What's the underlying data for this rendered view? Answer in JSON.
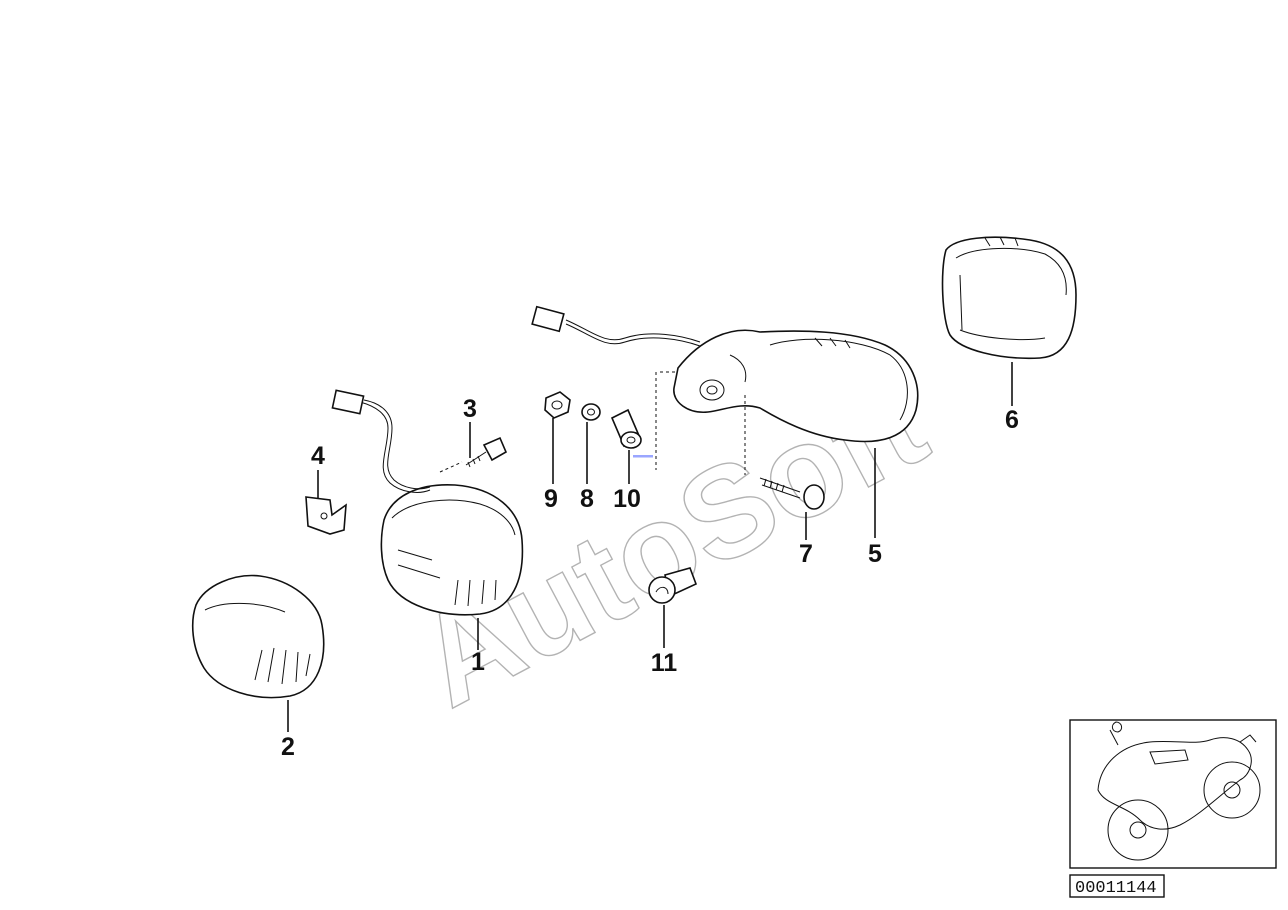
{
  "diagram": {
    "callouts": [
      "1",
      "2",
      "3",
      "4",
      "5",
      "6",
      "7",
      "8",
      "9",
      "10",
      "11"
    ],
    "watermark": "AutoSoft",
    "reference_number": "00011144"
  }
}
